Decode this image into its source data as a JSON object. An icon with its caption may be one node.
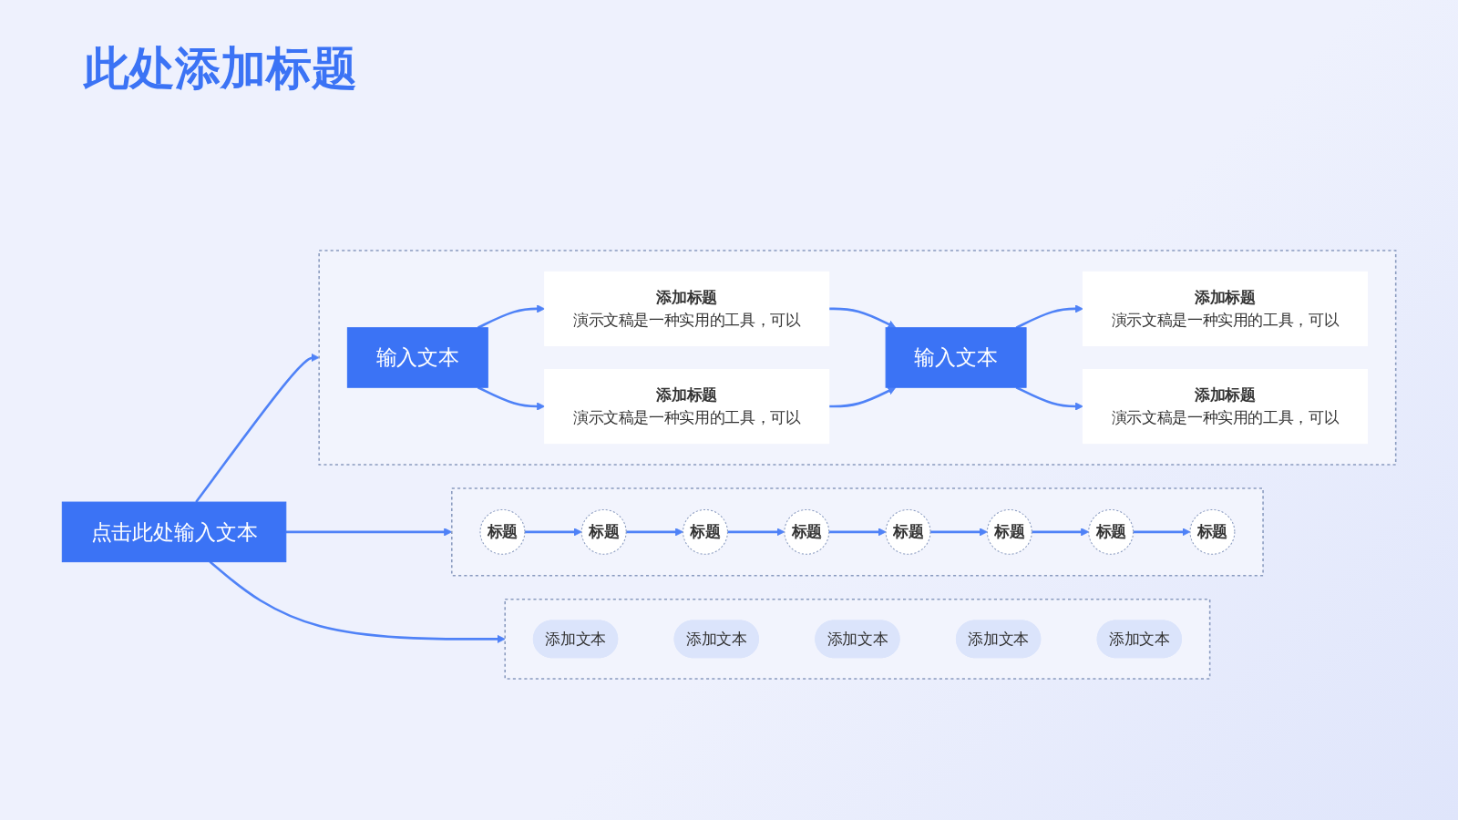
{
  "diagram": {
    "title": "此处添加标题",
    "nodes": [
      {
        "text": [
          "点击此处输入文本"
        ]
      },
      {
        "text": [],
        "shape": "box"
      },
      {
        "text": [
          "输入文本"
        ],
        "in": 1
      },
      {
        "text": [
          "添加标题",
          "演示文稿是一种实用的工具，可以"
        ],
        "in": 1
      },
      {
        "text": [
          "添加标题",
          "演示文稿是一种实用的工具，可以"
        ],
        "in": 1
      },
      {
        "text": [
          "输入文本"
        ],
        "in": 1
      },
      {
        "text": [
          "添加标题",
          "演示文稿是一种实用的工具，可以"
        ],
        "in": 1
      },
      {
        "text": [
          "添加标题",
          "演示文稿是一种实用的工具，可以"
        ],
        "in": 1
      },
      {
        "text": [],
        "shape": "box"
      },
      {
        "text": [
          "标题"
        ],
        "in": 8
      },
      {
        "text": [
          "标题"
        ],
        "in": 8
      },
      {
        "text": [
          "标题"
        ],
        "in": 8
      },
      {
        "text": [
          "标题"
        ],
        "in": 8
      },
      {
        "text": [
          "标题"
        ],
        "in": 8
      },
      {
        "text": [
          "标题"
        ],
        "in": 8
      },
      {
        "text": [
          "标题"
        ],
        "in": 8
      },
      {
        "text": [
          "标题"
        ],
        "in": 8
      },
      {
        "text": [],
        "shape": "box"
      },
      {
        "text": [
          "添加文本"
        ],
        "in": 17
      },
      {
        "text": [
          "添加文本"
        ],
        "in": 17
      },
      {
        "text": [
          "添加文本"
        ],
        "in": 17
      },
      {
        "text": [
          "添加文本"
        ],
        "in": 17
      },
      {
        "text": [
          "添加文本"
        ],
        "in": 17
      }
    ],
    "edges": [
      {
        "from": 0,
        "to": 1,
        "arrow": "to"
      },
      {
        "from": 0,
        "to": 8,
        "arrow": "to"
      },
      {
        "from": 0,
        "to": 17,
        "arrow": "to"
      },
      {
        "from": 2,
        "to": 3,
        "arrow": "to"
      },
      {
        "from": 2,
        "to": 4,
        "arrow": "to"
      },
      {
        "from": 3,
        "to": 5,
        "arrow": "to"
      },
      {
        "from": 4,
        "to": 5,
        "arrow": "to"
      },
      {
        "from": 5,
        "to": 6,
        "arrow": "to"
      },
      {
        "from": 5,
        "to": 7,
        "arrow": "to"
      },
      {
        "from": 9,
        "to": 10,
        "arrow": "to"
      },
      {
        "from": 10,
        "to": 11,
        "arrow": "to"
      },
      {
        "from": 11,
        "to": 12,
        "arrow": "to"
      },
      {
        "from": 12,
        "to": 13,
        "arrow": "to"
      },
      {
        "from": 13,
        "to": 14,
        "arrow": "to"
      },
      {
        "from": 14,
        "to": 15,
        "arrow": "to"
      },
      {
        "from": 15,
        "to": 16,
        "arrow": "to"
      }
    ]
  }
}
